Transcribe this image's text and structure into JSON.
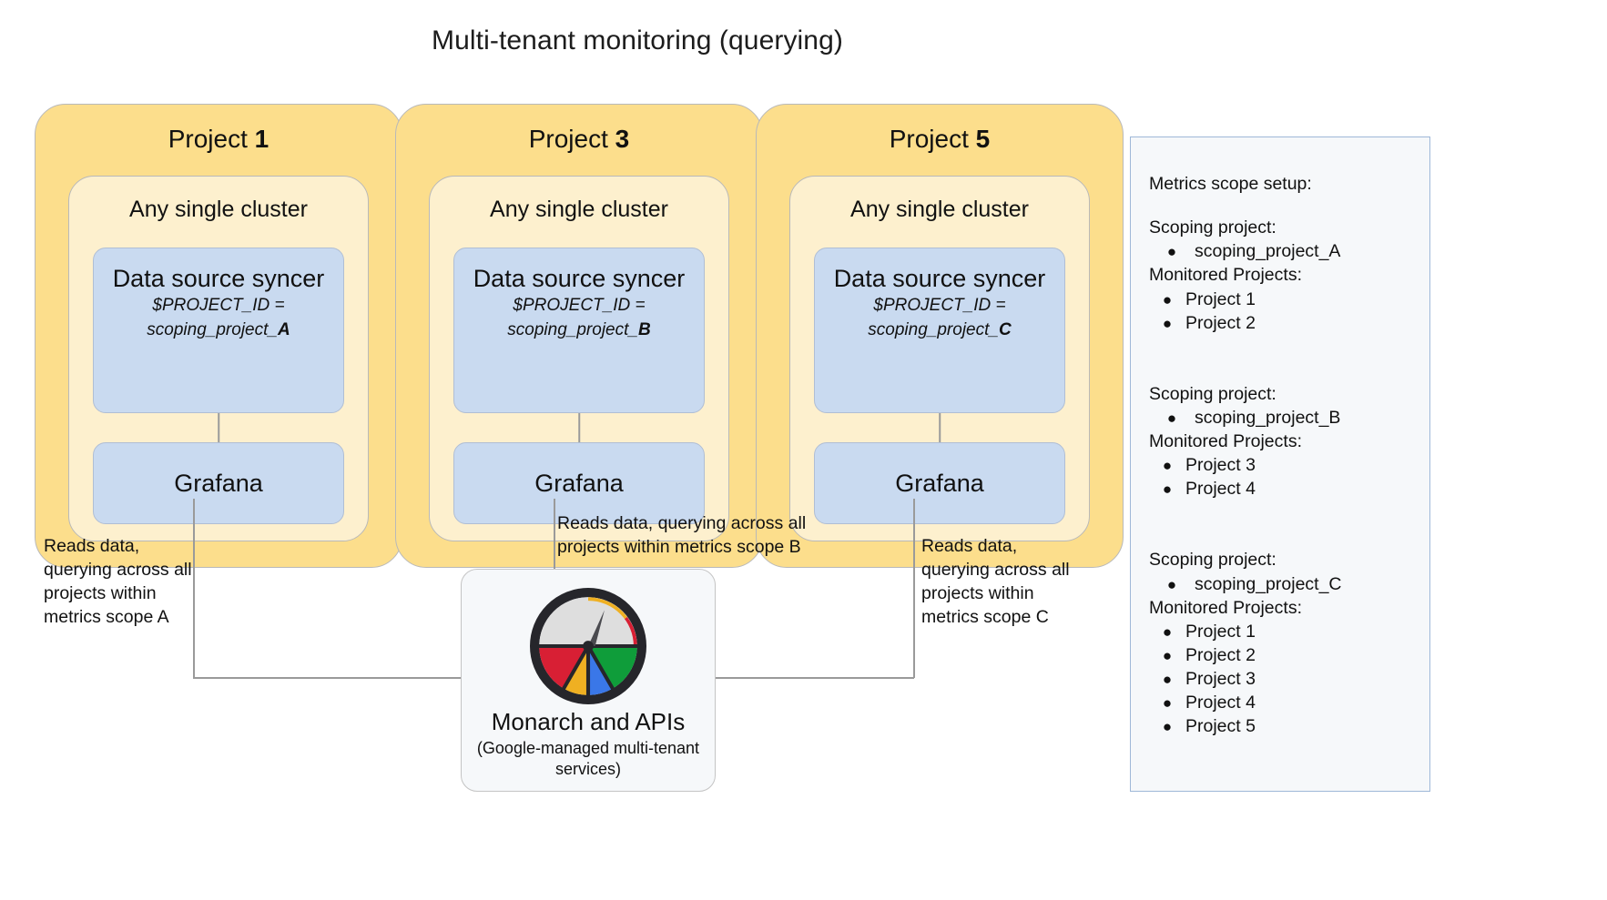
{
  "title": "Multi-tenant monitoring (querying)",
  "projects": [
    {
      "id": "project-1",
      "title_prefix": "Project ",
      "title_number": "1",
      "cluster_label": "Any single cluster",
      "syncer_heading": "Data source syncer",
      "syncer_var": "$PROJECT_ID =",
      "syncer_value_prefix": "scoping_project_",
      "syncer_value_suffix": "A",
      "grafana_label": "Grafana"
    },
    {
      "id": "project-3",
      "title_prefix": "Project ",
      "title_number": "3",
      "cluster_label": "Any single cluster",
      "syncer_heading": "Data source syncer",
      "syncer_var": "$PROJECT_ID =",
      "syncer_value_prefix": "scoping_project_",
      "syncer_value_suffix": "B",
      "grafana_label": "Grafana"
    },
    {
      "id": "project-5",
      "title_prefix": "Project ",
      "title_number": "5",
      "cluster_label": "Any single cluster",
      "syncer_heading": "Data source syncer",
      "syncer_var": "$PROJECT_ID =",
      "syncer_value_prefix": "scoping_project_",
      "syncer_value_suffix": "C",
      "grafana_label": "Grafana"
    }
  ],
  "annotations": {
    "left": "Reads data, querying across all projects within metrics scope A",
    "middle": "Reads data, querying across all projects within metrics scope B",
    "right": "Reads data, querying across all projects within metrics scope C"
  },
  "monarch": {
    "title": "Monarch and APIs",
    "subtitle": "(Google-managed multi-tenant services)",
    "logo_icon": "monarch-gauge-icon"
  },
  "side_panel": {
    "heading": "Metrics scope setup:",
    "scopes": [
      {
        "scoping_label": "Scoping project:",
        "scoping_value": "scoping_project_A",
        "monitored_label": "Monitored Projects:",
        "monitored": [
          "Project 1",
          "Project 2"
        ]
      },
      {
        "scoping_label": "Scoping project:",
        "scoping_value": "scoping_project_B",
        "monitored_label": "Monitored Projects:",
        "monitored": [
          "Project 3",
          "Project 4"
        ]
      },
      {
        "scoping_label": "Scoping project:",
        "scoping_value": "scoping_project_C",
        "monitored_label": "Monitored Projects:",
        "monitored": [
          "Project 1",
          "Project 2",
          "Project 3",
          "Project 4",
          "Project 5"
        ]
      }
    ],
    "bullet_glyph": "●"
  },
  "colors": {
    "project_fill": "#FCDE8C",
    "cluster_fill": "#FDF0CE",
    "component_fill": "#C9DAF0",
    "panel_fill": "#F6F8FA",
    "panel_border": "#9FB8D8",
    "connector": "#9a9a9a",
    "google_red": "#D81F34",
    "google_yellow": "#EFB022",
    "google_green": "#0F9D3A",
    "google_blue": "#3A77E8",
    "gauge_dark": "#26262B",
    "gauge_grey": "#DEDEDE"
  }
}
